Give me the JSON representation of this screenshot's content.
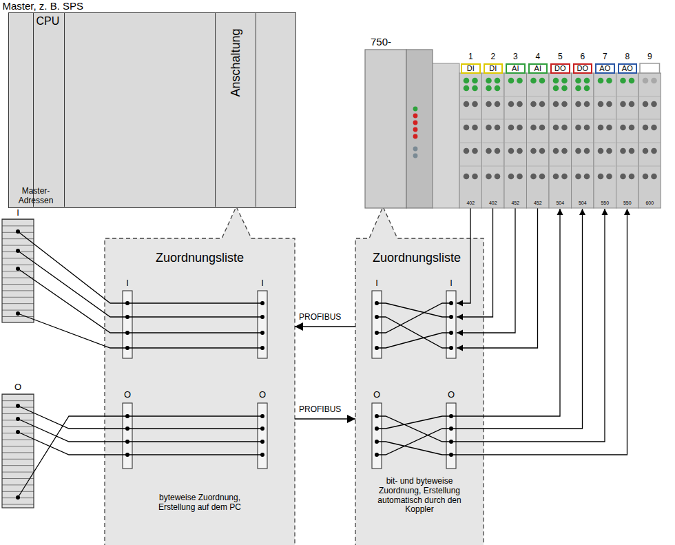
{
  "diagram": {
    "nodes": [
      {
        "text": [
          "Master, z. B. SPS"
        ]
      },
      {
        "text": [
          "CPU"
        ],
        "in": 0
      },
      {
        "text": [
          "Anschaltung"
        ],
        "in": 0
      },
      {
        "text": [
          "750-"
        ]
      },
      {
        "text": [
          "1",
          "DI",
          "402"
        ],
        "in": 3
      },
      {
        "text": [
          "2",
          "DI",
          "402"
        ],
        "in": 3
      },
      {
        "text": [
          "3",
          "AI",
          "452"
        ],
        "in": 3
      },
      {
        "text": [
          "4",
          "AI",
          "452"
        ],
        "in": 3
      },
      {
        "text": [
          "5",
          "DO",
          "504"
        ],
        "in": 3
      },
      {
        "text": [
          "6",
          "DO",
          "504"
        ],
        "in": 3
      },
      {
        "text": [
          "7",
          "AO",
          "550"
        ],
        "in": 3
      },
      {
        "text": [
          "8",
          "AO",
          "550"
        ],
        "in": 3
      },
      {
        "text": [
          "9",
          "600"
        ],
        "in": 3
      },
      {
        "text": [
          "Zuordnungsliste",
          "byteweise Zuordnung, Erstellung auf dem PC"
        ]
      },
      {
        "text": [
          "Zuordnungsliste",
          "bit- und byteweise Zuordnung, Erstellung automatisch durch den Koppler"
        ]
      }
    ],
    "edges": [
      {
        "from": 14,
        "to": 13,
        "arrow": "to",
        "label": "PROFIBUS"
      },
      {
        "from": 13,
        "to": 14,
        "arrow": "to",
        "label": "PROFIBUS"
      }
    ],
    "labels": [
      "Master-Adressen",
      "I",
      "O",
      "I",
      "I",
      "O",
      "O",
      "I",
      "I",
      "O",
      "O"
    ]
  }
}
